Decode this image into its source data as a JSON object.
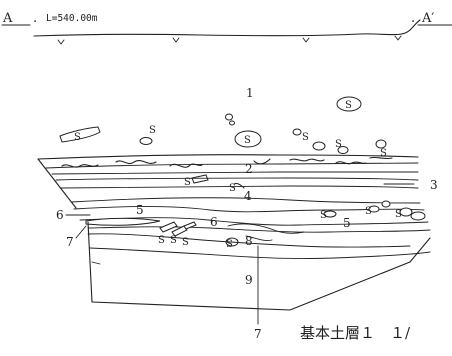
{
  "section": {
    "left_marker": "A",
    "right_marker": "A′",
    "length_label": "L=540.00m",
    "separator_dot": "."
  },
  "layers": {
    "l1": "1",
    "l2": "2",
    "l3": "3",
    "l4": "4",
    "l5a": "5",
    "l5b": "5",
    "l6a": "6",
    "l6b": "6",
    "l7a": "7",
    "l7b": "7",
    "l8": "8",
    "l9": "9"
  },
  "stone_label": "S",
  "caption": "基本土層１　１/"
}
